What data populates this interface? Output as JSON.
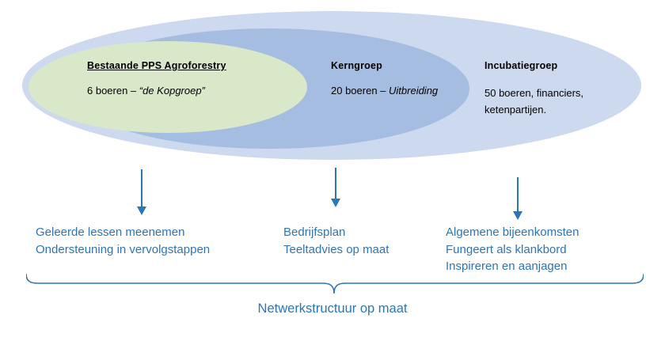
{
  "colors": {
    "outer": "#ccd9ee",
    "middle": "#a6bde2",
    "inner": "#d9e8c9",
    "accent": "#2e75b6"
  },
  "groups": [
    {
      "title": "Bestaande PPS Agroforestry",
      "subtitle_prefix": "6 boeren – ",
      "subtitle_italic": "“de Kopgroep”"
    },
    {
      "title": "Kerngroep",
      "subtitle_prefix": "20 boeren – ",
      "subtitle_italic": "Uitbreiding"
    },
    {
      "title": "Incubatiegroep",
      "lines": [
        "50 boeren, financiers,",
        "ketenpartijen."
      ]
    }
  ],
  "outcomes": [
    {
      "lines": [
        "Geleerde lessen meenemen",
        "Ondersteuning in vervolgstappen"
      ]
    },
    {
      "lines": [
        "Bedrijfsplan",
        "Teeltadvies op maat"
      ]
    },
    {
      "lines": [
        "Algemene bijeenkomsten",
        "Fungeert als klankbord",
        "Inspireren en aanjagen"
      ]
    }
  ],
  "caption": "Netwerkstructuur op maat"
}
